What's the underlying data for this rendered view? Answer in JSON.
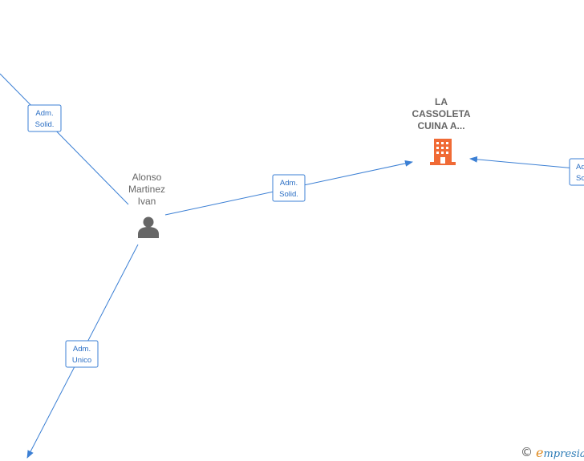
{
  "diagram": {
    "company_node": {
      "label_lines": [
        "LA",
        "CASSOLETA",
        "CUINA A..."
      ],
      "icon": "building-icon",
      "icon_color": "#f06a35"
    },
    "person_node": {
      "label_lines": [
        "Alonso",
        "Martinez",
        "Ivan"
      ],
      "icon": "person-icon",
      "icon_color": "#666666"
    },
    "edges": [
      {
        "label_lines": [
          "Adm.",
          "Solid."
        ]
      },
      {
        "label_lines": [
          "Adm.",
          "Solid."
        ]
      },
      {
        "label_lines": [
          "Adm.",
          "Unico"
        ]
      },
      {
        "label_lines": [
          "Adm.",
          "Solid."
        ]
      }
    ],
    "edge_color": "#3b7fd4"
  },
  "watermark": {
    "copyright_symbol": "©",
    "brand_initial": "e",
    "brand_rest": "mpresia"
  }
}
